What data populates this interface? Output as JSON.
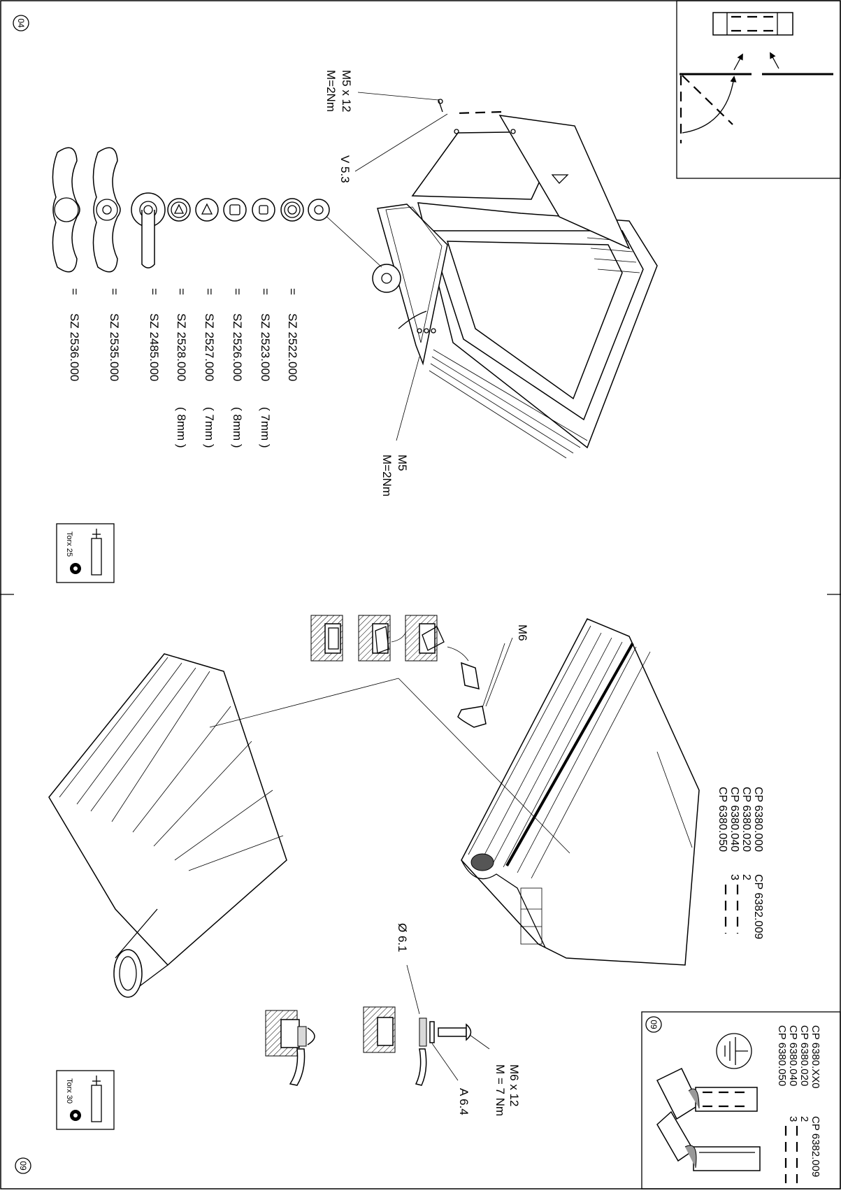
{
  "page_numbers": {
    "top": "04",
    "bottom": "09"
  },
  "fasteners": {
    "screw_top": "M5 x 12",
    "screw_top_torque": "M=2Nm",
    "washer_top": "V 5.3",
    "screw_side": "M5",
    "screw_side_torque": "M=2Nm",
    "clip": "M6",
    "diameter": "Ø 6.1",
    "screw_bottom": "M6 x 12",
    "screw_bottom_torque": "M = 7 Nm",
    "washer_bottom": "A 6.4"
  },
  "keys": [
    {
      "eq": "=",
      "code": "SZ 2522.000",
      "size": ""
    },
    {
      "eq": "=",
      "code": "SZ 2523.000",
      "size": "( 7mm )"
    },
    {
      "eq": "=",
      "code": "SZ 2526.000",
      "size": "( 8mm )"
    },
    {
      "eq": "=",
      "code": "SZ 2527.000",
      "size": "( 7mm )"
    },
    {
      "eq": "=",
      "code": "SZ 2528.000",
      "size": "( 8mm )"
    },
    {
      "eq": "=",
      "code": "SZ 2485.000",
      "size": ""
    },
    {
      "eq": "=",
      "code": "SZ 2535.000",
      "size": ""
    },
    {
      "eq": "=",
      "code": "SZ 2536.000",
      "size": ""
    }
  ],
  "tools": [
    {
      "label": "Torx 25"
    },
    {
      "label": "Torx 30"
    }
  ],
  "parts_middle": {
    "codes": [
      "CP 6380.000",
      "CP 6380.020",
      "CP 6380.040",
      "CP 6380.050"
    ],
    "right_code": "CP 6382.009",
    "counts": [
      "2",
      "3"
    ]
  },
  "inset_bottom": {
    "codes": [
      "CP 6380.XX0",
      "CP 6380.020",
      "CP 6380.040",
      "CP 6380.050"
    ],
    "right_code": "CP 6382.009",
    "counts": [
      "2",
      "3"
    ]
  }
}
